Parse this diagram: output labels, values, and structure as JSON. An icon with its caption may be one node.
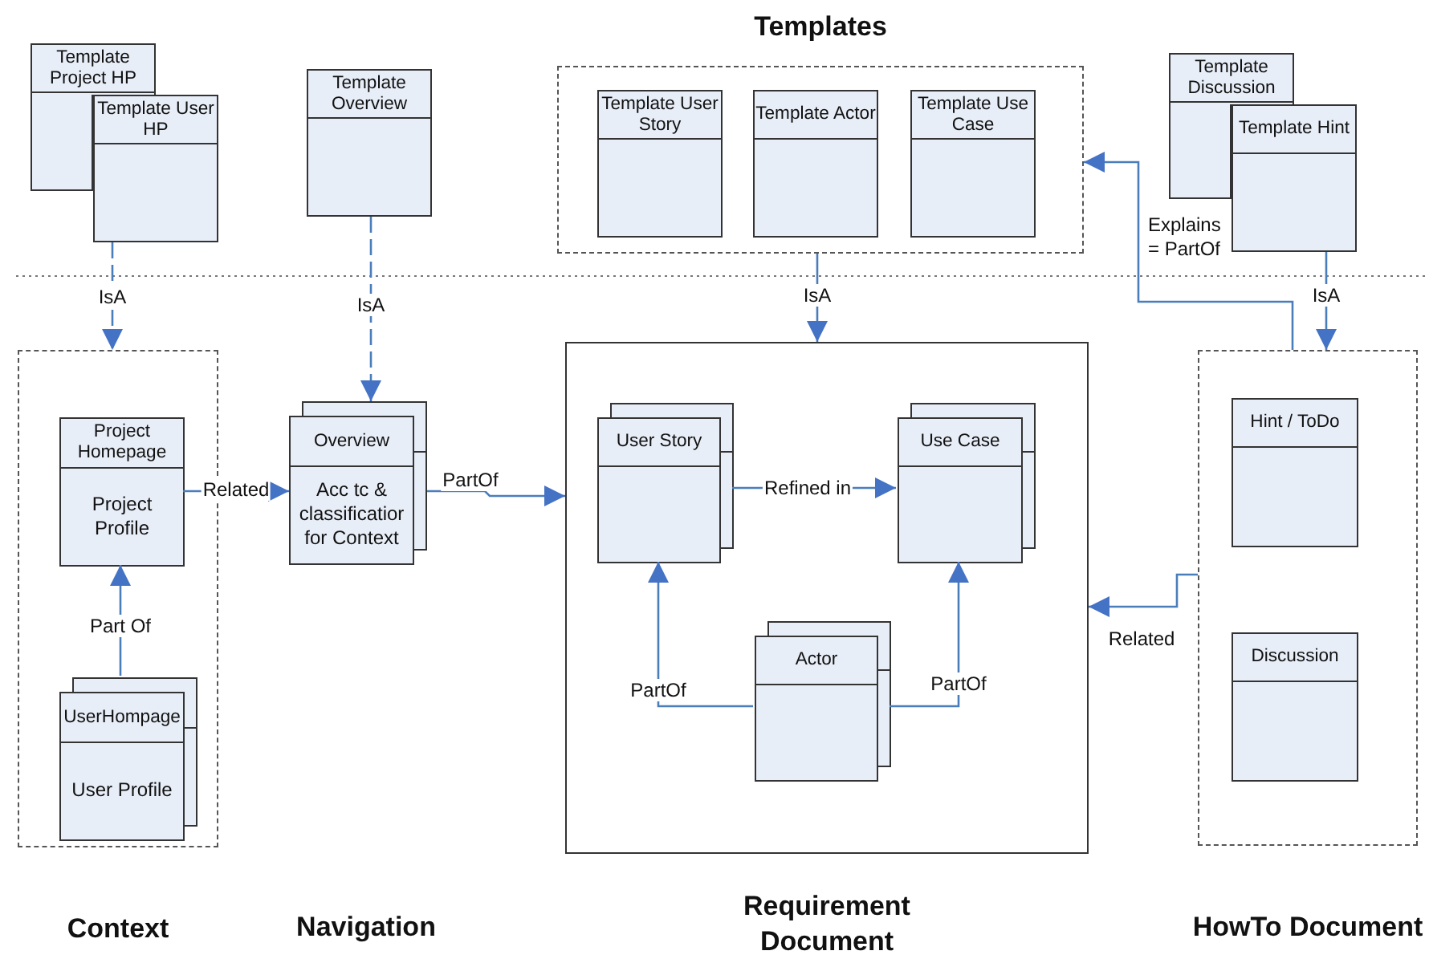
{
  "diagram": {
    "nodes": [
      {
        "text": [
          "Template Project HP"
        ]
      },
      {
        "text": [
          "Template User HP"
        ]
      },
      {
        "text": [
          "Template Overview"
        ]
      },
      {
        "text": [
          "Templates"
        ]
      },
      {
        "text": [
          "Template User Story"
        ],
        "in": 3
      },
      {
        "text": [
          "Template Actor"
        ],
        "in": 3
      },
      {
        "text": [
          "Template Use Case"
        ],
        "in": 3
      },
      {
        "text": [
          "Template Discussion"
        ]
      },
      {
        "text": [
          "Template Hint"
        ]
      },
      {
        "text": [
          "Context"
        ]
      },
      {
        "text": [
          "Project Homepage",
          "Project Profile"
        ],
        "in": 9
      },
      {
        "text": [
          "UserHompage",
          "User Profile"
        ],
        "in": 9
      },
      {
        "text": [
          "Overview",
          "Acc tc & classificatior for Context"
        ]
      },
      {
        "text": [
          "Requirement Document"
        ]
      },
      {
        "text": [
          "User Story"
        ],
        "in": 13
      },
      {
        "text": [
          "Use Case"
        ],
        "in": 13
      },
      {
        "text": [
          "Actor"
        ],
        "in": 13
      },
      {
        "text": [
          "HowTo Document"
        ]
      },
      {
        "text": [
          "Hint / ToDo"
        ],
        "in": 17
      },
      {
        "text": [
          "Discussion"
        ],
        "in": 17
      }
    ],
    "edges": [
      {
        "from": 1,
        "to": 9,
        "arrow": "to",
        "label": "IsA",
        "style": "dashed"
      },
      {
        "from": 2,
        "to": 12,
        "arrow": "to",
        "label": "IsA",
        "style": "dashed"
      },
      {
        "from": 3,
        "to": 13,
        "arrow": "to",
        "label": "IsA"
      },
      {
        "from": 8,
        "to": 17,
        "arrow": "to",
        "label": "IsA"
      },
      {
        "from": 17,
        "to": 3,
        "arrow": "to",
        "label": "Explains = PartOf"
      },
      {
        "from": 10,
        "to": 12,
        "arrow": "to",
        "label": "Related"
      },
      {
        "from": 11,
        "to": 10,
        "arrow": "to",
        "label": "Part Of"
      },
      {
        "from": 12,
        "to": 13,
        "arrow": "to",
        "label": "PartOf"
      },
      {
        "from": 14,
        "to": 15,
        "arrow": "to",
        "label": "Refined in"
      },
      {
        "from": 16,
        "to": 14,
        "arrow": "to",
        "label": "PartOf"
      },
      {
        "from": 16,
        "to": 15,
        "arrow": "to",
        "label": "PartOf"
      },
      {
        "from": 17,
        "to": 13,
        "arrow": "to",
        "label": "Related"
      }
    ],
    "labels": [
      "Navigation"
    ]
  }
}
